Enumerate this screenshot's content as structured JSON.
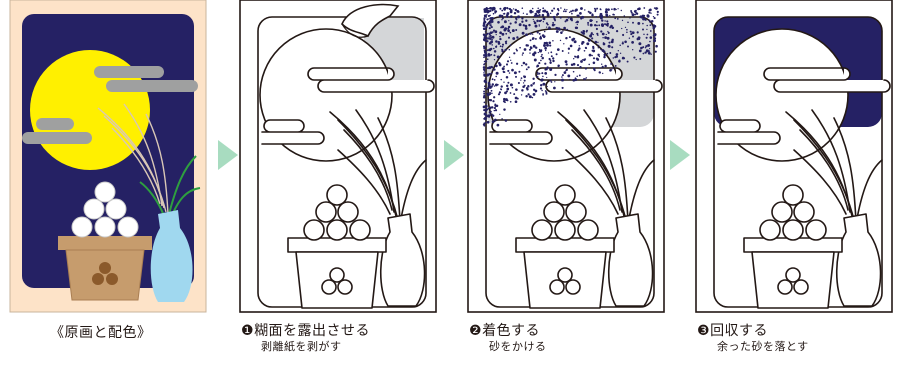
{
  "colors": {
    "background": "#fde3c8",
    "night": "#252164",
    "moon": "#fff000",
    "cloud": "#9fa0a0",
    "dango": "#ffffff",
    "stand": "#c69c6d",
    "vase": "#a0d8ef",
    "leaf": "#2e9f3f",
    "arrow": "#a8dcc0",
    "peel": "#d4d6d8"
  },
  "panels": [
    {
      "caption": "《原画と配色》"
    },
    {
      "step": "❶",
      "title": "糊面を露出させる",
      "subtitle": "剥離紙を剥がす"
    },
    {
      "step": "❷",
      "title": "着色する",
      "subtitle": "砂をかける"
    },
    {
      "step": "❸",
      "title": "回収する",
      "subtitle": "余った砂を落とす"
    }
  ]
}
